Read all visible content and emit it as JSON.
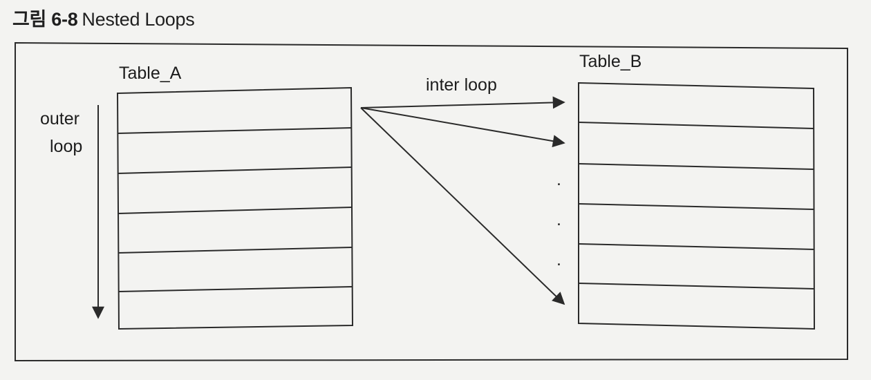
{
  "figure": {
    "number": "그림 6-8",
    "caption": "Nested Loops"
  },
  "table_a": {
    "label": "Table_A",
    "rows": 6
  },
  "table_b": {
    "label": "Table_B",
    "rows": 6
  },
  "outer_loop": {
    "line1": "outer",
    "line2": "loop"
  },
  "inner_loop": {
    "label": "inter loop"
  },
  "ellipsis": ".",
  "colors": {
    "stroke": "#2a2a2a",
    "background": "#f3f3f1",
    "text": "#1c1c1c"
  }
}
